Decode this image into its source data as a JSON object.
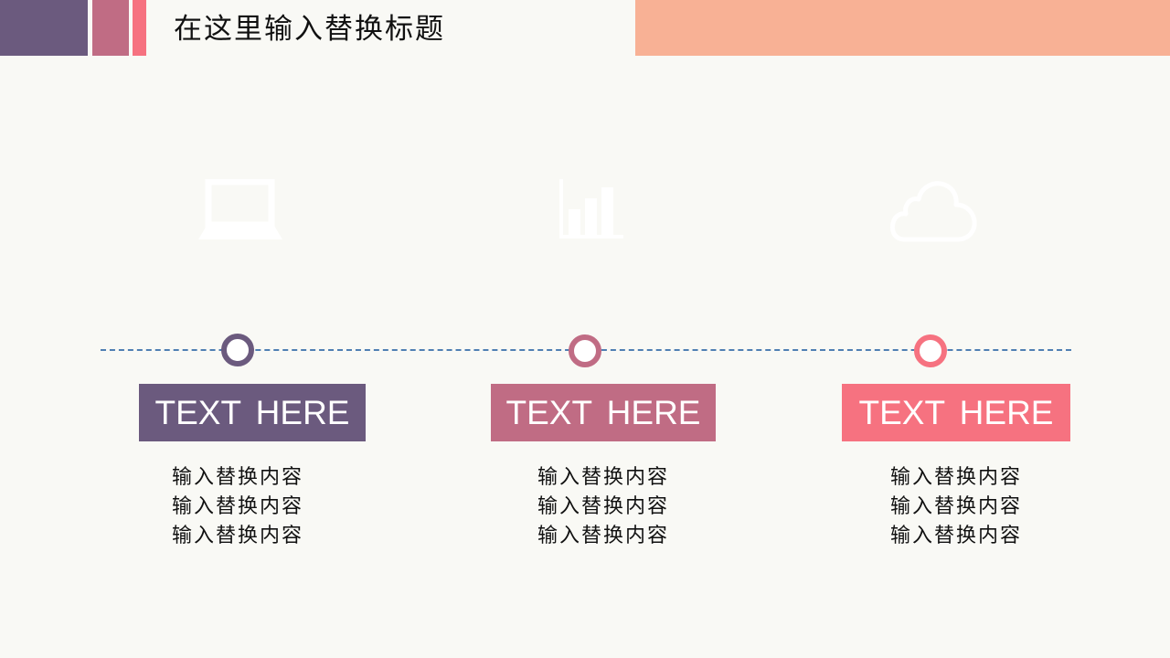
{
  "header": {
    "title": "在这里输入替换标题",
    "colors": [
      "#6b5a7e",
      "#c06c84",
      "#f67280",
      "#f8b195"
    ]
  },
  "timeline": {
    "line_color": "#4f7fb3",
    "items": [
      {
        "icon": "laptop-icon",
        "color": "#6b5a7e",
        "label": "TEXT  HERE",
        "lines": [
          "输入替换内容",
          "输入替换内容",
          "输入替换内容"
        ]
      },
      {
        "icon": "bar-chart-icon",
        "color": "#c06c84",
        "label": "TEXT  HERE",
        "lines": [
          "输入替换内容",
          "输入替换内容",
          "输入替换内容"
        ]
      },
      {
        "icon": "cloud-icon",
        "color": "#f67280",
        "label": "TEXT  HERE",
        "lines": [
          "输入替换内容",
          "输入替换内容",
          "输入替换内容"
        ]
      }
    ]
  }
}
